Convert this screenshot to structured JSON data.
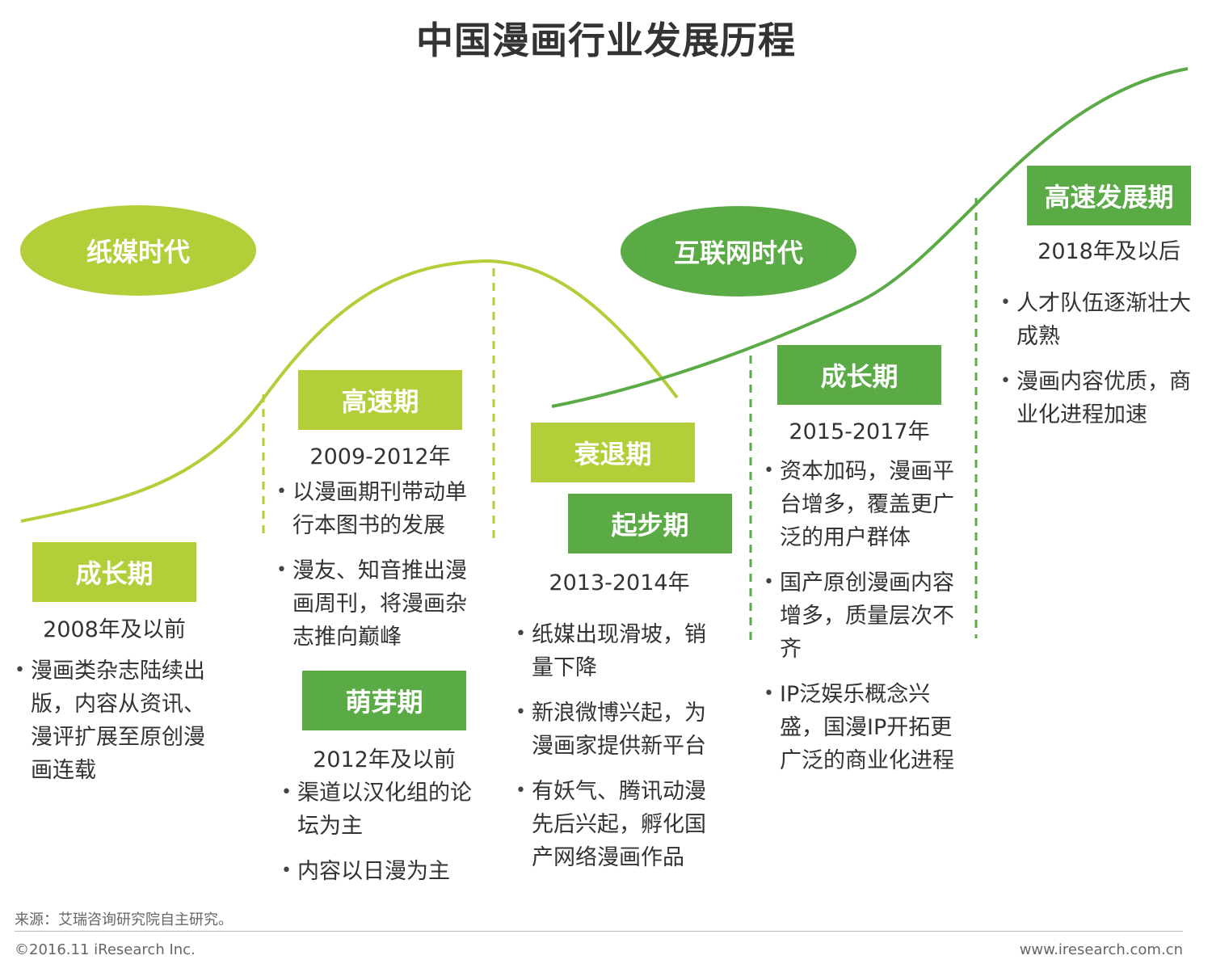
{
  "title": "中国漫画行业发展历程",
  "colors": {
    "light_green": "#b2cf3a",
    "dark_green": "#5aab46"
  },
  "eras": {
    "paper": "纸媒时代",
    "internet": "互联网时代"
  },
  "stages": {
    "growth1": {
      "label": "成长期",
      "years": "2008年及以前",
      "bullets": [
        "漫画类杂志陆续出版，内容从资讯、漫评扩展至原创漫画连载"
      ]
    },
    "rapid1": {
      "label": "高速期",
      "years": "2009-2012年",
      "bullets": [
        "以漫画期刊带动单行本图书的发展",
        "漫友、知音推出漫画周刊，将漫画杂志推向巅峰"
      ]
    },
    "sprout": {
      "label": "萌芽期",
      "years": "2012年及以前",
      "bullets": [
        "渠道以汉化组的论坛为主",
        "内容以日漫为主"
      ]
    },
    "decline": {
      "label": "衰退期"
    },
    "start": {
      "label": "起步期",
      "years": "2013-2014年",
      "bullets": [
        "纸媒出现滑坡，销量下降",
        "新浪微博兴起，为漫画家提供新平台",
        "有妖气、腾讯动漫先后兴起，孵化国产网络漫画作品"
      ]
    },
    "growth2": {
      "label": "成长期",
      "years": "2015-2017年",
      "bullets": [
        "资本加码，漫画平台增多，覆盖更广泛的用户群体",
        "国产原创漫画内容增多，质量层次不齐",
        "IP泛娱乐概念兴盛，国漫IP开拓更广泛的商业化进程"
      ]
    },
    "rapid2": {
      "label": "高速发展期",
      "years": "2018年及以后",
      "bullets": [
        "人才队伍逐渐壮大成熟",
        "漫画内容优质，商业化进程加速"
      ]
    }
  },
  "footer": {
    "source": "来源：艾瑞咨询研究院自主研究。",
    "copyright": "©2016.11 iResearch Inc.",
    "site": "www.iresearch.com.cn"
  }
}
